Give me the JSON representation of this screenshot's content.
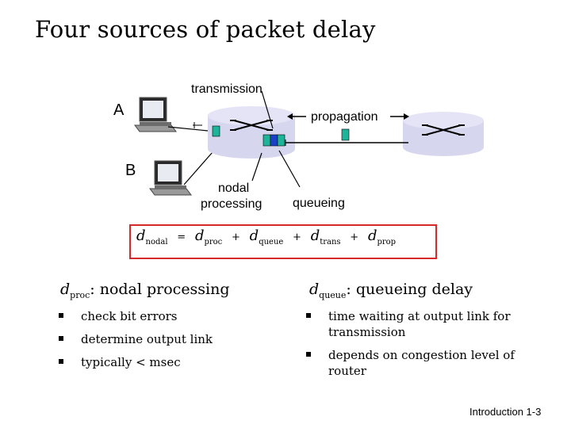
{
  "title": "Four sources of packet delay",
  "diagram": {
    "host_a": "A",
    "host_b": "B",
    "transmission": "transmission",
    "propagation": "propagation",
    "nodal_processing_line1": "nodal",
    "nodal_processing_line2": "processing",
    "queueing": "queueing"
  },
  "formula": {
    "lhs": "d",
    "lhs_sub": "nodal",
    "eq": "=",
    "t1": "d",
    "t1_sub": "proc",
    "t2": "d",
    "t2_sub": "queue",
    "t3": "d",
    "t3_sub": "trans",
    "t4": "d",
    "t4_sub": "prop",
    "plus": "+"
  },
  "left_col": {
    "d": "d",
    "sub": "proc",
    "rest": ": nodal processing",
    "items": [
      "check bit errors",
      "determine output link",
      "typically < msec"
    ]
  },
  "right_col": {
    "d": "d",
    "sub": "queue",
    "rest": ": queueing delay",
    "items": [
      "time waiting at output link for transmission",
      "depends on congestion level of router"
    ]
  },
  "footer": "Introduction 1-3",
  "colors": {
    "router": "#d6d6ee",
    "packet_teal": "#1eb49a",
    "packet_blue": "#1d3fc8",
    "box_red": "#d62a2a"
  }
}
